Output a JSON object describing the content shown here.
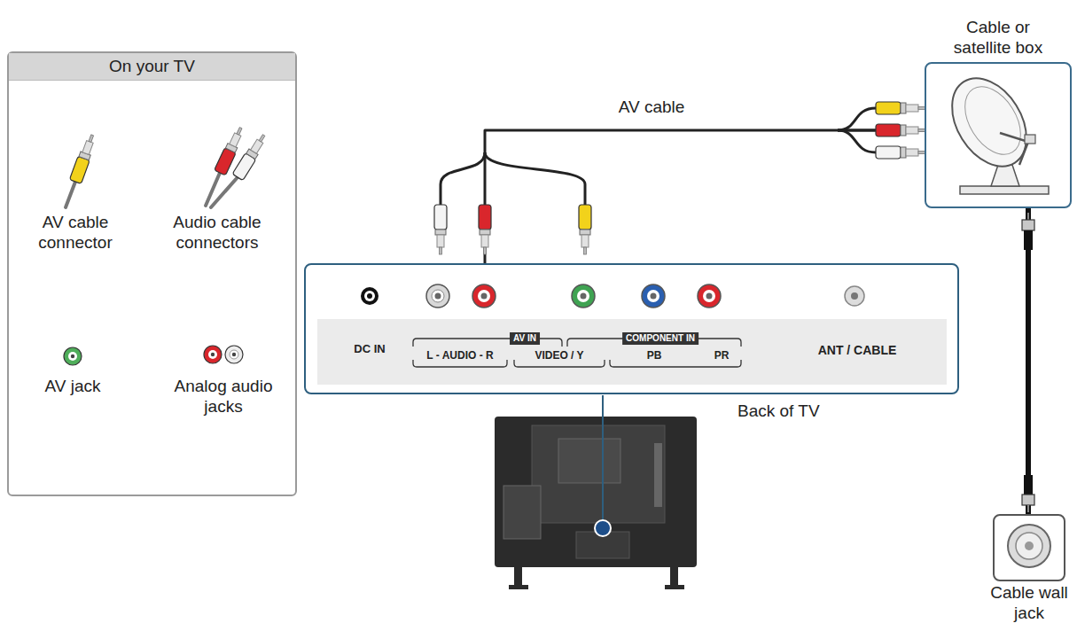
{
  "diagram": {
    "nodes": [
      {
        "text": [
          "On your TV"
        ]
      },
      {
        "text": [
          "Cable or satellite box"
        ]
      },
      {
        "text": [
          "Back of TV"
        ]
      },
      {
        "text": [
          "Cable wall jack"
        ]
      }
    ],
    "edges": [
      {
        "from": 1,
        "to": 2,
        "label": "AV cable",
        "arrow": "none"
      },
      {
        "from": 1,
        "to": 3,
        "arrow": "none"
      }
    ],
    "labels": [
      "AV cable connector",
      "Audio cable connectors",
      "AV jack",
      "Analog audio jacks",
      "DC IN",
      "L - AUDIO - R",
      "AV IN",
      "VIDEO / Y",
      "COMPONENT IN",
      "PB",
      "PR",
      "ANT / CABLE"
    ]
  }
}
